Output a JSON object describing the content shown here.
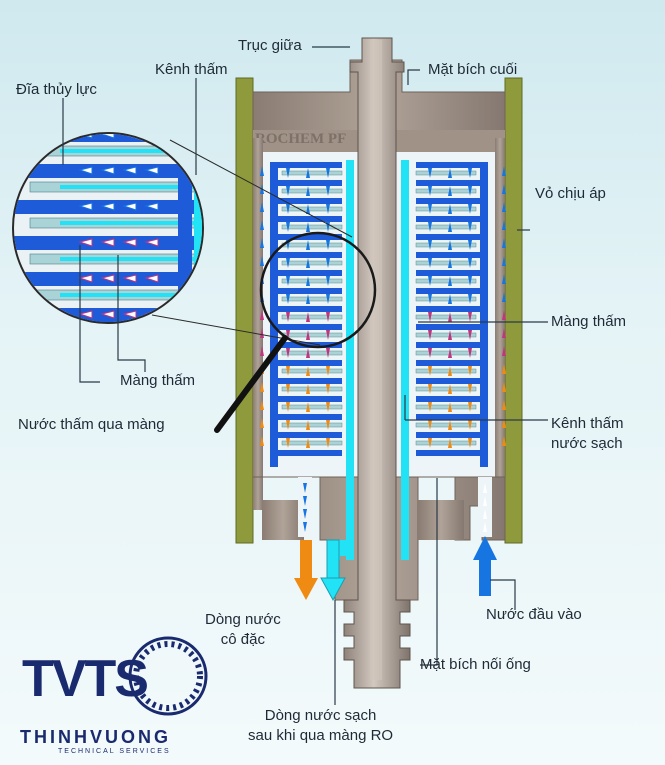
{
  "diagram": {
    "brand_stamp": "ROCHEM PF",
    "labels": {
      "center_shaft": "Trục giữa",
      "end_flange": "Mặt bích cuối",
      "permeate_channel_top": "Kênh thấm",
      "hydraulic_disc": "Đĩa thủy lực",
      "pressure_vessel": "Vỏ chịu áp",
      "membrane_right": "Màng thấm",
      "membrane_left": "Màng thấm",
      "permeate_water": "Nước thấm qua màng",
      "clean_permeate_channel_line1": "Kênh thấm",
      "clean_permeate_channel_line2": "nước sạch",
      "inlet_water": "Nước đầu vào",
      "concentrate_line1": "Dòng nước",
      "concentrate_line2": "cô đặc",
      "pipe_flange": "Mặt bích nối ống",
      "clean_water_line1": "Dòng nước sạch",
      "clean_water_line2": "sau khi qua màng RO"
    },
    "colors": {
      "disc_blue": "#1e5bd8",
      "membrane": "#a9d3d6",
      "permeate_cyan": "#21e3f5",
      "concentrate_orange": "#ef8a12",
      "feed_blue": "#1675e0",
      "vessel_green": "#8f9a3c",
      "steel": "#9b8c80"
    }
  },
  "logo": {
    "mark": "TVTS",
    "name": "THINHVUONG",
    "subtitle": "TECHNICAL SERVICES"
  }
}
